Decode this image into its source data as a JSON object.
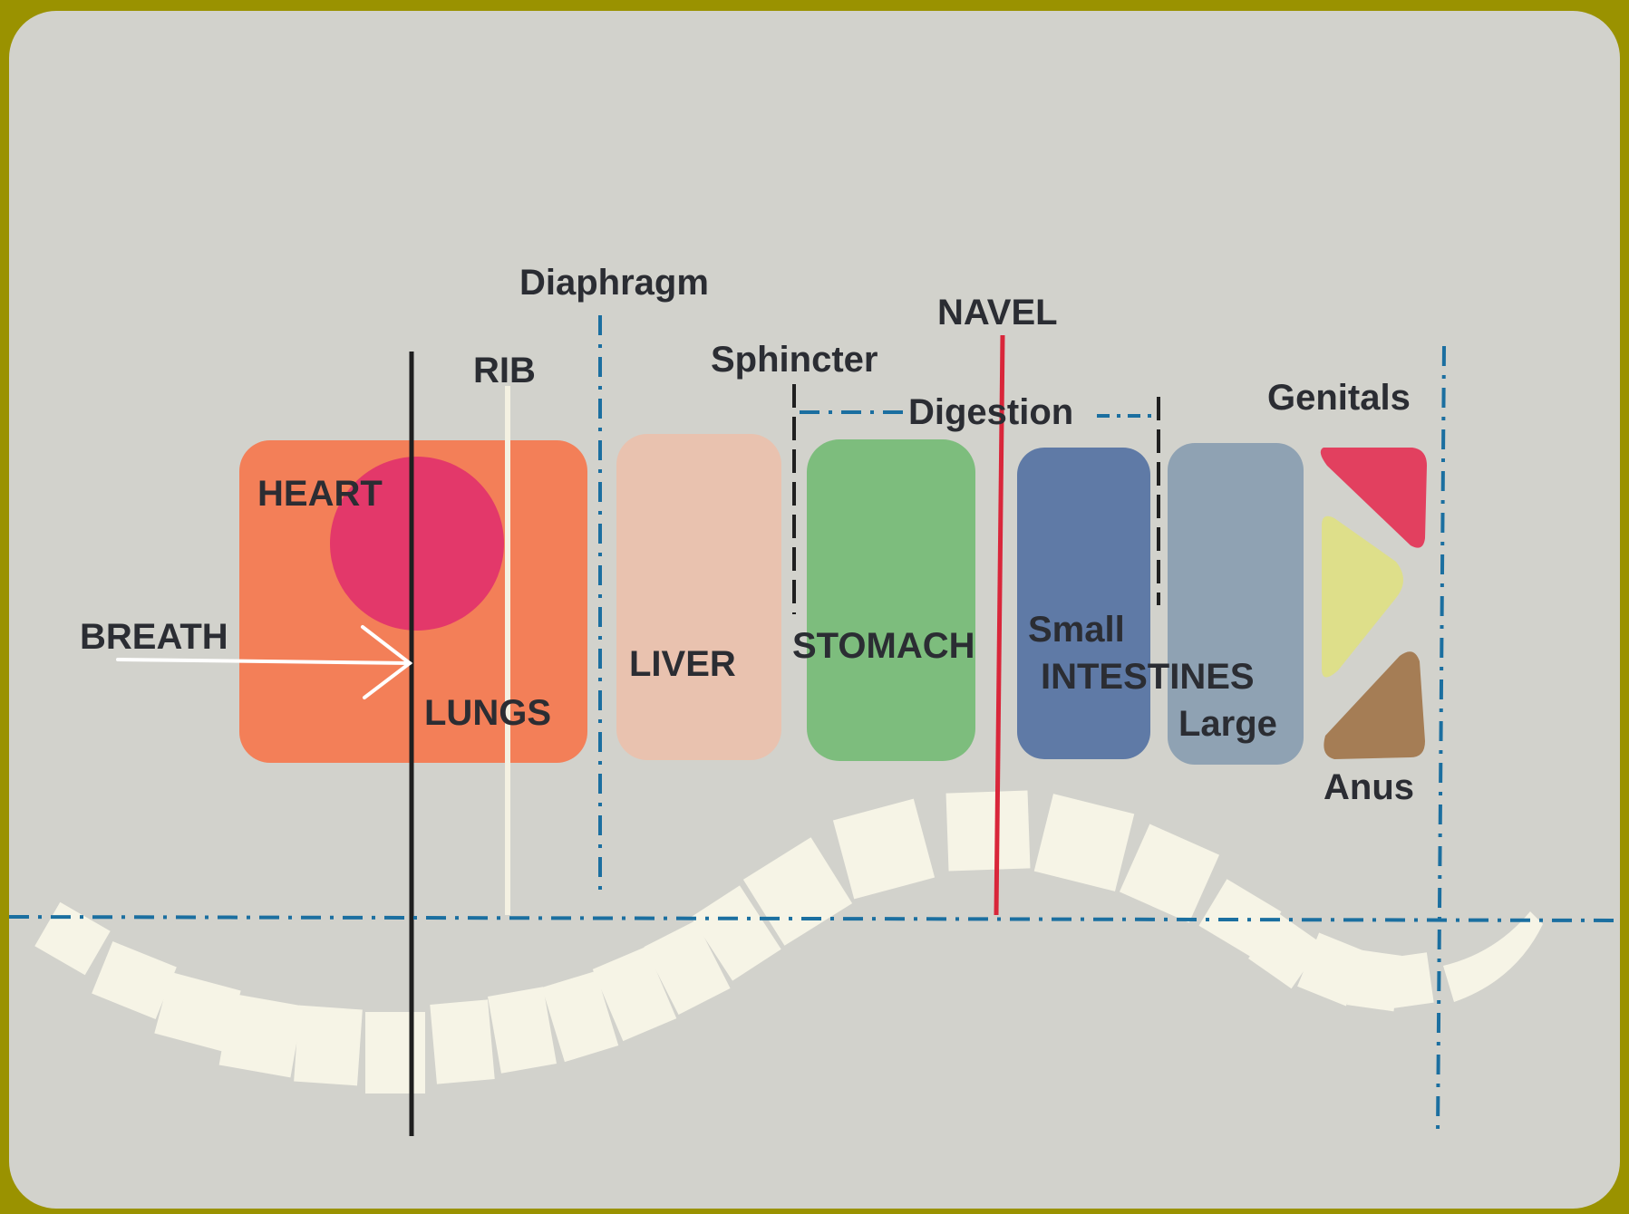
{
  "labels": {
    "diaphragm": "Diaphragm",
    "navel": "NAVEL",
    "rib": "RIB",
    "sphincter": "Sphincter",
    "digestion": "Digestion",
    "genitals": "Genitals",
    "heart": "HEART",
    "breath": "BREATH",
    "lungs": "LUNGS",
    "liver": "LIVER",
    "stomach": "STOMACH",
    "small": "Small",
    "intestines": "INTESTINES",
    "large": "Large",
    "anus": "Anus"
  },
  "colors": {
    "frame": "#9a9200",
    "card": "#d2d2cc",
    "lungs": "#f37f58",
    "heart": "#e3386a",
    "liver": "#e9c2af",
    "stomach": "#7dbd7d",
    "small_intestine": "#5f7aa6",
    "large_intestine": "#8fa2b3",
    "genitals_top": "#e2405f",
    "genitals_mid": "#dedf8a",
    "genitals_bottom": "#a57d55",
    "dash_blue": "#1b6fa0",
    "navel_line": "#d9263a",
    "vertebra": "#f6f4e6"
  }
}
